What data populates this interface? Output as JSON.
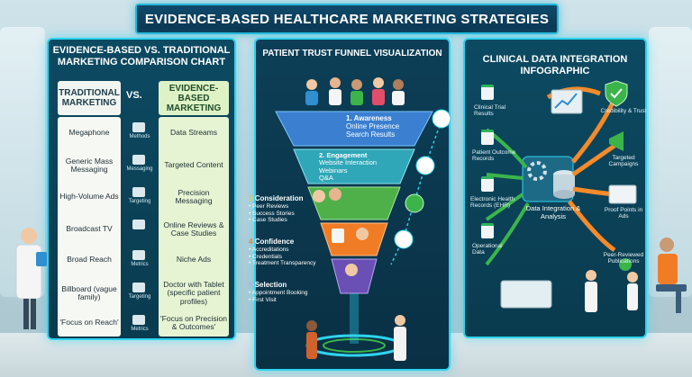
{
  "title": "EVIDENCE-BASED HEALTHCARE MARKETING STRATEGIES",
  "left": {
    "title_line1": "EVIDENCE-BASED VS. TRADITIONAL",
    "title_line2": "MARKETING COMPARISON CHART",
    "traditional_head": "TRADITIONAL MARKETING",
    "vs": "VS.",
    "evidence_head": "EVIDENCE-BASED MARKETING",
    "traditional_items": [
      "Megaphone",
      "Generic Mass Messaging",
      "High-Volume Ads",
      "Broadcast TV",
      "Broad Reach",
      "Billboard (vague family)",
      "'Focus on Reach'"
    ],
    "evidence_items": [
      "Data Streams",
      "Targeted Content",
      "Precision Messaging",
      "Online Reviews & Case Studies",
      "Niche Ads",
      "Doctor with Tablet (specific patient profiles)",
      "'Focus on Precision & Outcomes'"
    ],
    "mid_tags": [
      "Methods",
      "Messaging",
      "Targeting",
      "",
      "Metrics",
      "Targeting",
      "Metrics"
    ]
  },
  "center": {
    "title": "PATIENT TRUST FUNNEL VISUALIZATION",
    "stages": [
      {
        "num": "1.",
        "name": "Awareness",
        "details": [
          "Online Presence",
          "Search Results"
        ]
      },
      {
        "num": "2.",
        "name": "Engagement",
        "details": [
          "Website Interaction",
          "Webinars",
          "Q&A"
        ]
      },
      {
        "num": "3",
        "name": "Consideration",
        "details": [
          "Peer Reviews",
          "Success Stories",
          "Case Studies"
        ]
      },
      {
        "num": "4",
        "name": "Confidence",
        "details": [
          "Accreditations",
          "Credentials",
          "Treatment Transparency"
        ]
      },
      {
        "num": "5",
        "name": "Selection",
        "details": [
          "Appointment Booking",
          "First Visit"
        ]
      }
    ],
    "stage_colors": [
      "#3a7fd0",
      "#2fa7b8",
      "#4fb04a",
      "#f07d26",
      "#6a4fb5"
    ]
  },
  "right": {
    "title_line1": "CLINICAL DATA INTEGRATION",
    "title_line2": "INFOGRAPHIC",
    "sources": [
      "Clinical Trial Results",
      "Patient Outcome Records",
      "Electronic Health Records (EHR)",
      "Operational Data"
    ],
    "hub": "Data Integration & Analysis",
    "outputs": [
      "Credibility & Trust",
      "Targeted Campaigns",
      "Proof Points in Ads",
      "Peer-Reviewed Publications"
    ]
  },
  "colors": {
    "accent": "#2fd3ef",
    "panel": "#0c4a62",
    "arrow_orange": "#f58a2a",
    "arrow_green": "#3bb54a"
  }
}
